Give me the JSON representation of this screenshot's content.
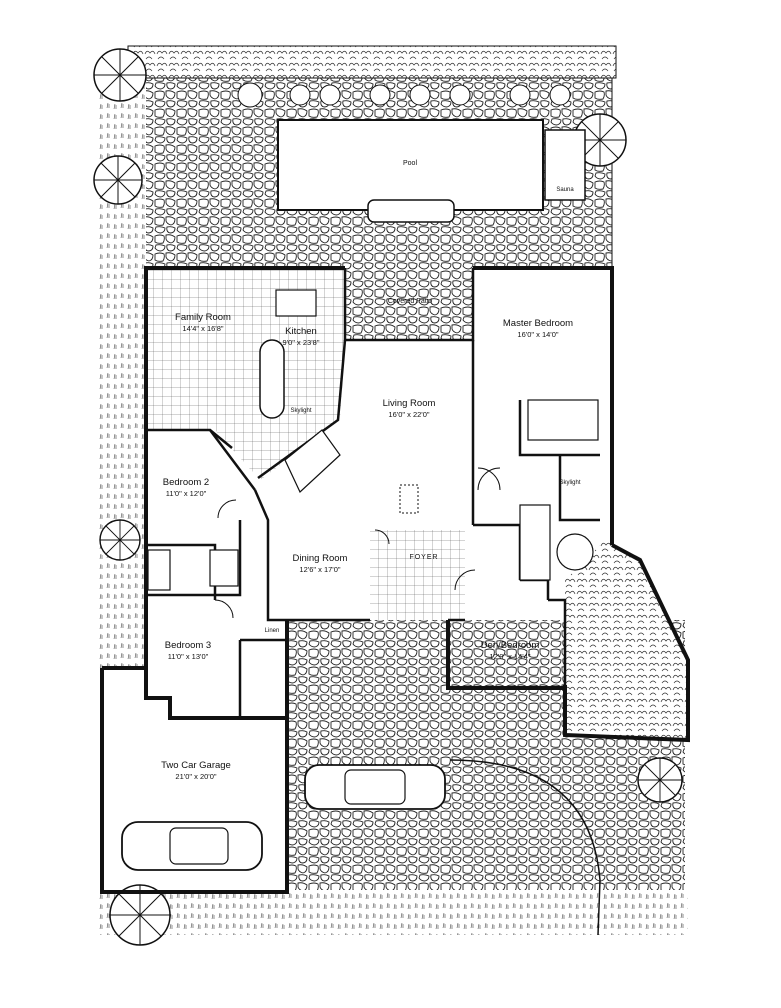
{
  "rooms": {
    "pool": {
      "name": "Pool"
    },
    "sauna": {
      "name": "Sauna"
    },
    "covered_patio": {
      "name": "Covered Patio"
    },
    "family_room": {
      "name": "Family Room",
      "dims": "14'4\" x 16'8\""
    },
    "kitchen": {
      "name": "Kitchen",
      "dims": "9'0\" x 23'8\""
    },
    "skylight_kitchen": {
      "name": "Skylight"
    },
    "living_room": {
      "name": "Living Room",
      "dims": "16'0\" x 22'0\""
    },
    "master_bedroom": {
      "name": "Master Bedroom",
      "dims": "16'0\" x 14'0\""
    },
    "skylight_master": {
      "name": "Skylight"
    },
    "bedroom_2": {
      "name": "Bedroom 2",
      "dims": "11'0\" x 12'0\""
    },
    "dining_room": {
      "name": "Dining Room",
      "dims": "12'6\" x 17'0\""
    },
    "foyer": {
      "name": "FOYER"
    },
    "bedroom_3": {
      "name": "Bedroom 3",
      "dims": "11'0\" x 13'0\""
    },
    "linen": {
      "name": "Linen"
    },
    "den_bedroom": {
      "name": "Den/Bedroom",
      "dims": "12'0\" x 14'4\""
    },
    "garage": {
      "name": "Two Car Garage",
      "dims": "21'0\" x 20'0\""
    }
  },
  "style": {
    "ink": "#111111",
    "paper": "#ffffff",
    "floor_tint": "#f4f4f4"
  }
}
